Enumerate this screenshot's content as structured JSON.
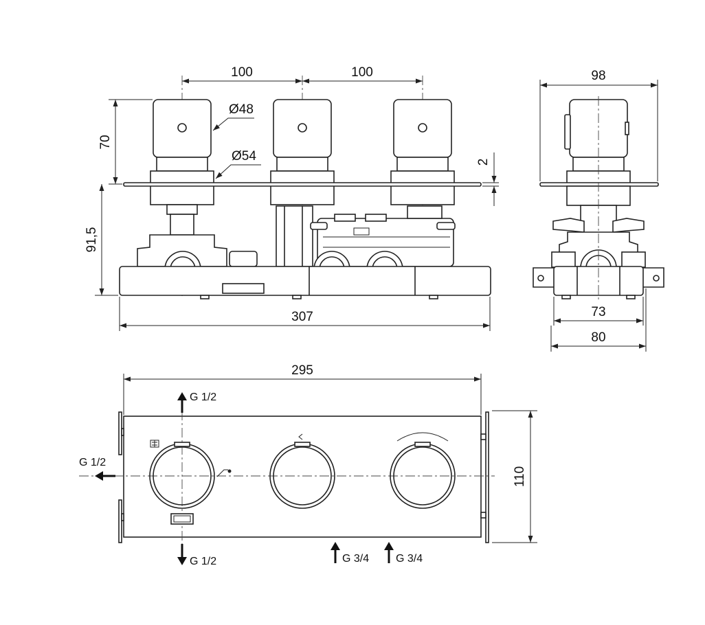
{
  "dimensions": {
    "spacing_left": "100",
    "spacing_right": "100",
    "side_depth": "98",
    "knob_diameter": "Ø48",
    "collar_diameter": "Ø54",
    "knob_height": "70",
    "plate_thickness": "2",
    "body_height": "91,5",
    "overall_length": "307",
    "side_width_inner": "73",
    "side_width_outer": "80",
    "plate_length": "295",
    "plate_height": "110"
  },
  "connections": {
    "top": "G 1/2",
    "left": "G 1/2",
    "bottom": "G 1/2",
    "inlet_hot": "G 3/4",
    "inlet_cold": "G 3/4"
  },
  "colors": {
    "line": "#222222",
    "background": "#ffffff"
  }
}
